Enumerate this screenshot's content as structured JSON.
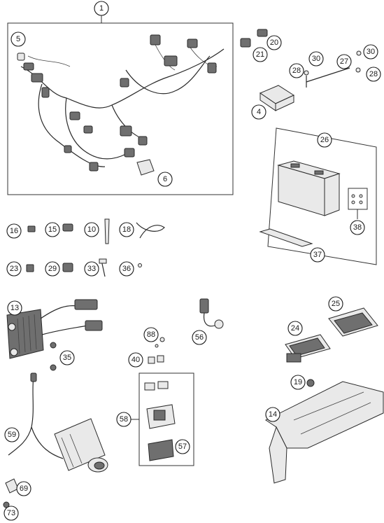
{
  "callouts": {
    "c1": "1",
    "c5": "5",
    "c6": "6",
    "c20": "20",
    "c21": "21",
    "c30a": "30",
    "c30b": "30",
    "c28a": "28",
    "c28b": "28",
    "c27": "27",
    "c4": "4",
    "c26": "26",
    "c38": "38",
    "c37": "37",
    "c16": "16",
    "c15": "15",
    "c10": "10",
    "c18": "18",
    "c23": "23",
    "c29": "29",
    "c33": "33",
    "c36": "36",
    "c13": "13",
    "c35": "35",
    "c56": "56",
    "c88": "88",
    "c40": "40",
    "c25": "25",
    "c24": "24",
    "c19": "19",
    "c14": "14",
    "c58": "58",
    "c57": "57",
    "c59": "59",
    "c69": "69",
    "c73": "73"
  }
}
